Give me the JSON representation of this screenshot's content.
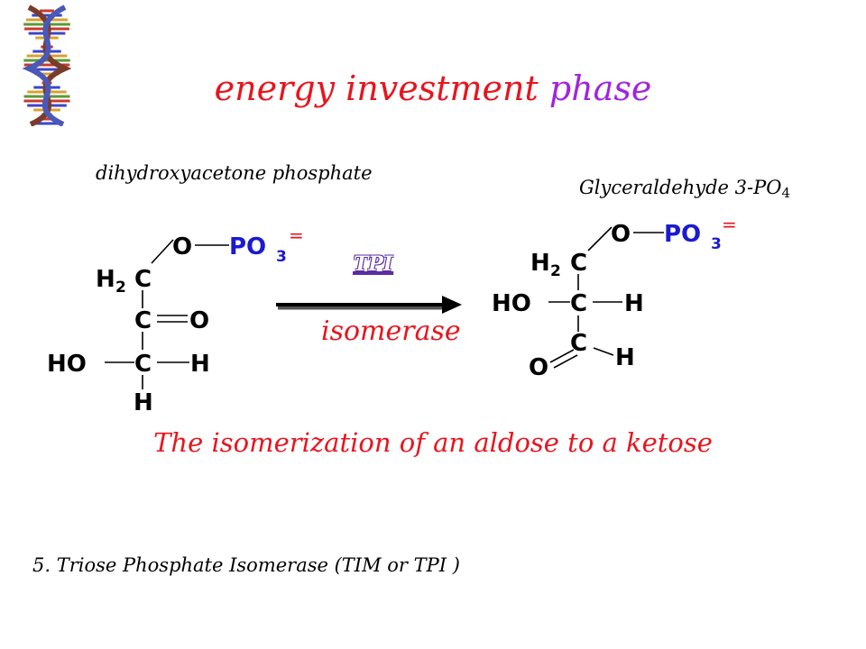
{
  "title": {
    "part1": "energy investment",
    "part2": "phase"
  },
  "colors": {
    "red": "#e8141e",
    "purple": "#a024e0",
    "blue": "#1a1ad0"
  },
  "icons": {
    "decoration": "dna-helix-icon"
  },
  "reactant": {
    "name": "dihydroxyacetone phosphate",
    "atoms": {
      "o": "O",
      "po": "PO",
      "po_sub": "3",
      "charge": "=",
      "h": "H",
      "h2": "2",
      "c": "C",
      "ho": "HO"
    }
  },
  "product": {
    "name": "Glyceraldehyde 3-PO",
    "name_sub": "4",
    "atoms": {
      "o": "O",
      "po": "PO",
      "po_sub": "3",
      "charge": "=",
      "h": "H",
      "h2": "2",
      "c": "C",
      "ho": "HO"
    }
  },
  "enzyme": {
    "abbr": "TPI",
    "label": "isomerase"
  },
  "statement": "The isomerization of an aldose to a ketose",
  "footer": "5. Triose Phosphate Isomerase (TIM or TPI )"
}
